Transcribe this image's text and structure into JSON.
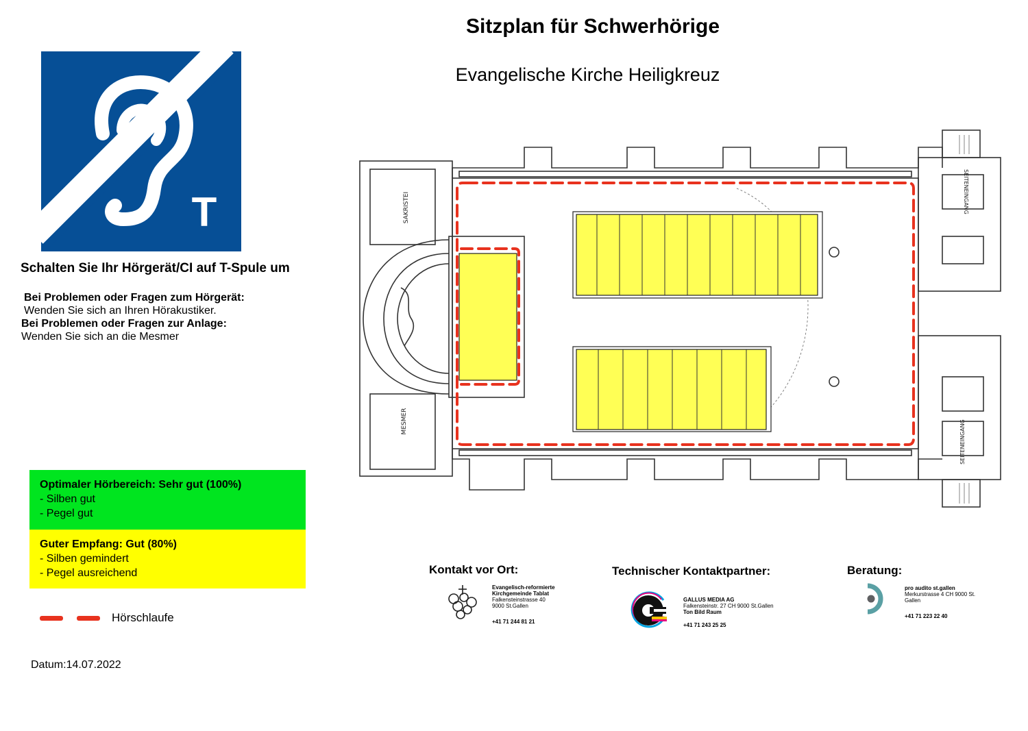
{
  "title": "Sitzplan für Schwerhörige",
  "subtitle": "Evangelische Kirche Heiligkreuz",
  "logo": {
    "icon": "hearing-loop-t-icon",
    "letter": "T",
    "color": "#064f96"
  },
  "tcoil_note": "Schalten Sie Ihr Hörgerät/CI auf T-Spule um",
  "help": [
    {
      "heading": "Bei Problemen oder Fragen zum Hörgerät:",
      "text": "Wenden Sie sich an Ihren Hörakustiker."
    },
    {
      "heading": "Bei Problemen oder Fragen zur Anlage:",
      "text": "Wenden Sie sich an die Mesmer"
    }
  ],
  "legend": {
    "zones": [
      {
        "heading": "Optimaler Hörbereich: Sehr gut (100%)",
        "lines": [
          "- Silben gut",
          "- Pegel gut"
        ],
        "color": "#00e51f"
      },
      {
        "heading": "Guter Empfang: Gut (80%)",
        "lines": [
          "- Silben gemindert",
          "- Pegel ausreichend"
        ],
        "color": "#ffff00"
      }
    ],
    "loop_label": "Hörschlaufe",
    "loop_color": "#e8321e"
  },
  "plan": {
    "rooms": {
      "sacristy": "SAKRISTEI",
      "mesmer": "MESMER",
      "side_entrance": "SEITENEINGANG"
    },
    "pew_color": "#ffff55"
  },
  "date": "Datum:14.07.2022",
  "contacts": [
    {
      "heading": "Kontakt vor Ort:",
      "icon": "parish-logo-icon",
      "name_lines": [
        "Evangelisch-reformierte",
        "Kirchgemeinde Tablat"
      ],
      "address_lines": [
        "Falkensteinstrasse 40",
        "9000 St.Gallen"
      ],
      "phone": "+41 71 244 81 21"
    },
    {
      "heading": "Technischer Kontaktpartner:",
      "icon": "gallus-media-logo-icon",
      "name_lines": [
        "GALLUS MEDIA AG"
      ],
      "address_lines": [
        "Falkensteinstr. 27 CH 9000 St.Gallen"
      ],
      "extra": "Ton Bild Raum",
      "phone": "+41 71 243 25 25"
    },
    {
      "heading": "Beratung:",
      "icon": "pro-audito-logo-icon",
      "name_lines": [
        "pro audito st.gallen"
      ],
      "address_lines": [
        "Merkurstrasse 4 CH 9000 St.",
        "Gallen"
      ],
      "phone": "+41 71 223 22 40"
    }
  ]
}
